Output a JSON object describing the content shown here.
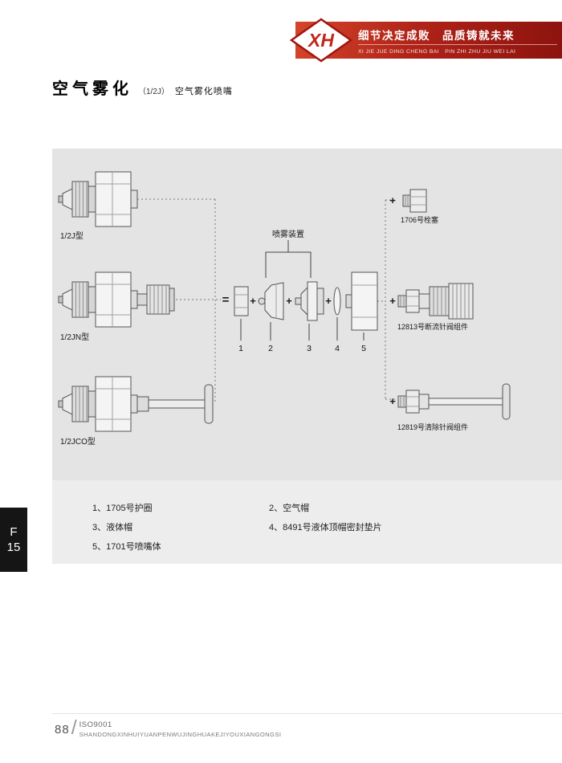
{
  "header": {
    "logo_text": "XH",
    "slogan_cn": "细节决定成败　品质铸就未来",
    "slogan_pinyin": "XI JIE JUE DING CHENG BAI　PIN ZHI ZHU JIU WEI LAI"
  },
  "title": {
    "main": "空气雾化",
    "spec": "（1/2J）",
    "sub": "空气雾化喷嘴"
  },
  "diagram": {
    "models": [
      "1/2J型",
      "1/2JN型",
      "1/2JCO型"
    ],
    "assembly_label": "喷雾装置",
    "equals_sign": "=",
    "plus_sign": "+",
    "part_numbers": [
      "1",
      "2",
      "3",
      "4",
      "5"
    ],
    "accessories": [
      "1706号栓塞",
      "12813号断流针阀组件",
      "12819号清除针阀组件"
    ]
  },
  "parts_list": {
    "col1": [
      "1、1705号护圈",
      "3、液体帽",
      "5、1701号喷嘴体"
    ],
    "col2": [
      "2、空气帽",
      "4、8491号液体顶帽密封垫片"
    ]
  },
  "side_tab": {
    "letter": "F",
    "number": "15"
  },
  "footer": {
    "page_number": "88",
    "divider": "/",
    "cert": "ISO9001",
    "company": "SHANDONGXINHUIYUANPENWUJINGHUAKEJIYOUXIANGONGSI"
  },
  "colors": {
    "banner_red_light": "#d4452b",
    "banner_red_dark": "#8c130e",
    "diagram_bg": "#e4e4e4",
    "list_bg": "#ededed",
    "tab_bg": "#151515"
  }
}
